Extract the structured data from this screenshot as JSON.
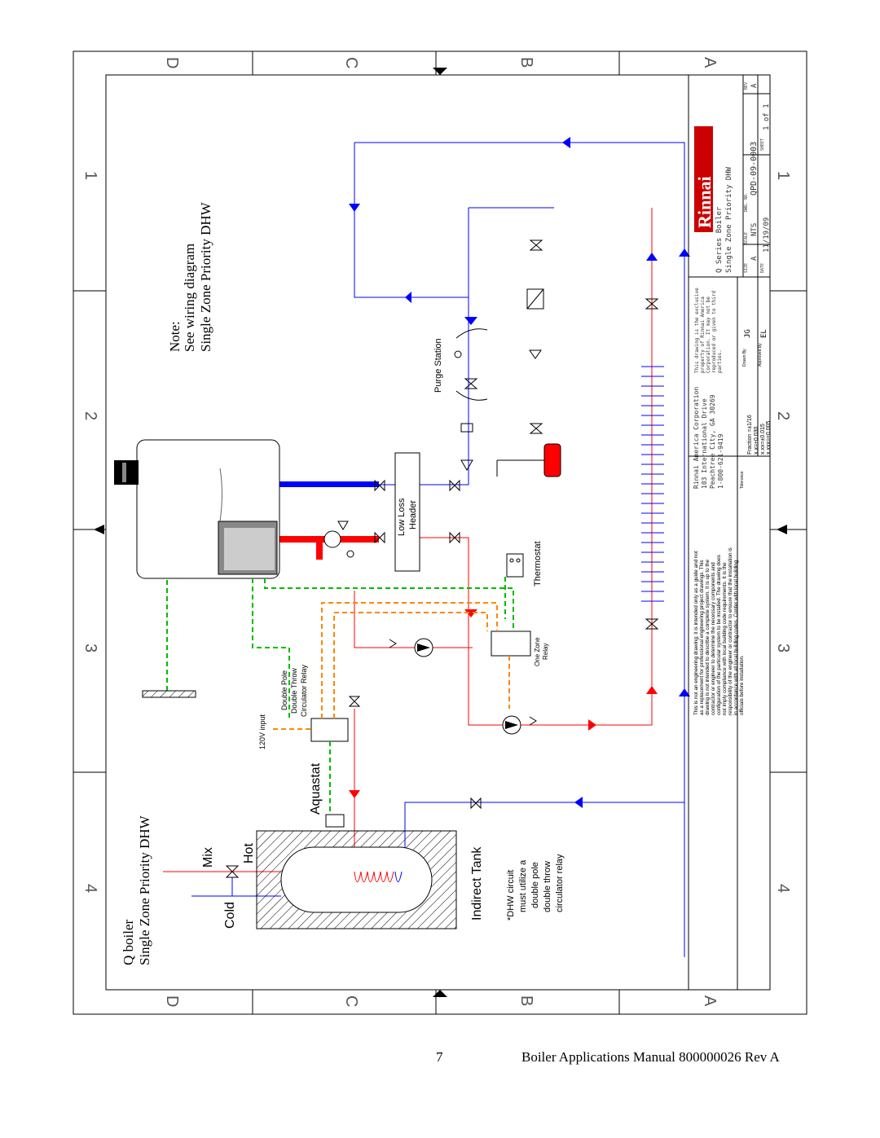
{
  "colors": {
    "supply": "#ff0000",
    "return": "#0000ff",
    "control": "#00bb00",
    "power": "#ff8800",
    "expansion_tank": "#ff0000"
  },
  "grid": {
    "letters": [
      "D",
      "C",
      "B",
      "A"
    ],
    "numbers": [
      "1",
      "2",
      "3",
      "4"
    ]
  },
  "notes": {
    "title_line1": "Note:",
    "title_line2": "See wiring diagram",
    "title_line3": "Single Zone Priority DHW",
    "subtitle_line1": "Q boiler",
    "subtitle_line2": "Single Zone Priority DHW",
    "dhw_note": [
      "*DHW circuit",
      "must utilize a",
      "double pole",
      "double throw",
      "circulator relay"
    ]
  },
  "labels": {
    "purge_station": "Purge Station",
    "low_loss": "Low Loss",
    "header": "Header",
    "thermostat": "Thermostat",
    "one_zone": "One Zone",
    "relay": "Relay",
    "relay_dp": [
      "Double Pole",
      "Double Throw",
      "Circulator Relay"
    ],
    "input_120v": "120V input",
    "aquastat": "Aquastat",
    "mix": "Mix",
    "hot": "Hot",
    "cold": "Cold",
    "indirect_tank": "Indirect Tank"
  },
  "title_block": {
    "disclaimer": [
      "This is not an engineering drawing; it is intended only as a guide and not",
      "as a replacement for professional engineering project drawings. This",
      "drawing is not intended to describe a complete system. It is up to the",
      "contractor or engineer to determine the necessary components and",
      "configuration of the particular system to be installed. The drawing does",
      "not imply compliance with local building code requirements. It is the",
      "responsibility of the engineer or contractor to ensure that the installation is",
      "in accordance with all local building codes. Confer with local building",
      "officials before installation."
    ],
    "company": [
      "Rinnai America Corporation",
      "103 International Drive",
      "Peachtree City, GA  30269",
      "1-800-621-9419"
    ],
    "tolerance_label": "Tolerance",
    "fraction": "Fraction =±1/16",
    "tol_1": "x.x=±0.030",
    "tol_2": "x.xx=±0.015",
    "tol_3": "x.xxx=±0.005",
    "property": [
      "This drawing is the exclusive",
      "property of Rinnai America",
      "Corporation. It may not be",
      "reproduced or given to third",
      "parties."
    ],
    "drawn_by_label": "Drawn By",
    "drawn_by": "JG",
    "approved_by_label": "Approved By",
    "approved_by": "EL",
    "logo": "Rinnai",
    "project_line1": "Q Series Boiler",
    "project_line2": "Single Zone Priority DHW",
    "size_label": "SIZE",
    "size": "A",
    "scale_label": "SCALE",
    "scale": "NTS",
    "dwg_label": "DWG. NO.",
    "dwg": "QPD-09-0003",
    "rev_label": "REV",
    "rev": "A",
    "date_label": "DATE",
    "date": "11/19/09",
    "sheet_label": "SHEET",
    "sheet": "1 of 1"
  },
  "footer": {
    "page": "7",
    "manual": "Boiler Applications Manual 800000026 Rev A"
  }
}
